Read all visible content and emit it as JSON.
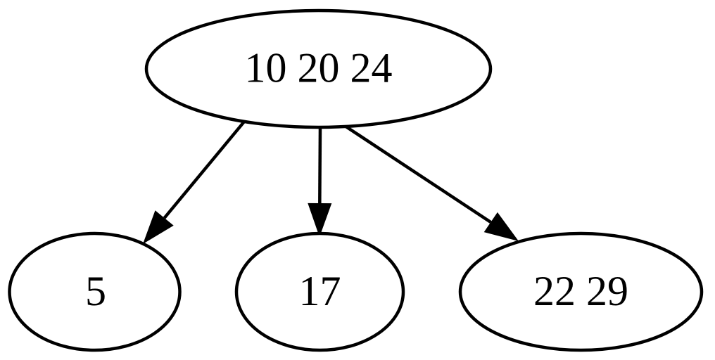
{
  "diagram": {
    "type": "directed-graph",
    "description": "B-tree style graph with one root node and three child nodes",
    "background_color": "#ffffff",
    "stroke_color": "#000000",
    "text_color": "#000000",
    "nodes": [
      {
        "id": "root",
        "label": "10 20 24"
      },
      {
        "id": "child-left",
        "label": "5"
      },
      {
        "id": "child-middle",
        "label": "17"
      },
      {
        "id": "child-right",
        "label": "22 29"
      }
    ],
    "edges": [
      {
        "from": "10 20 24",
        "to": "5",
        "arrow": "filled-triangle"
      },
      {
        "from": "10 20 24",
        "to": "17",
        "arrow": "filled-triangle"
      },
      {
        "from": "10 20 24",
        "to": "22 29",
        "arrow": "filled-triangle"
      }
    ]
  }
}
